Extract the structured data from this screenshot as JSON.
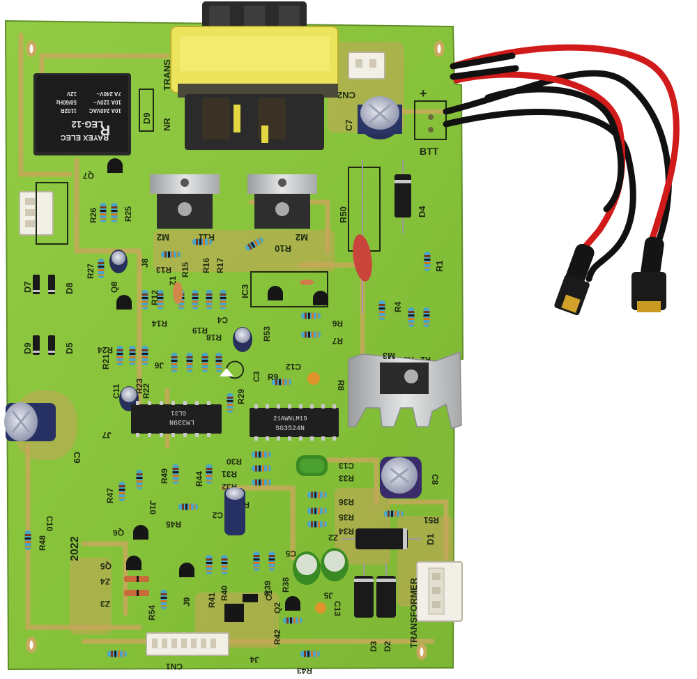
{
  "board": {
    "year": "2022",
    "colors": {
      "pcb": "#8bc83a",
      "trace": "#c8a85a",
      "silkscreen": "#1e2a12",
      "relay": "#1c1c1c",
      "transformer_core": "#2b2b2b",
      "transformer_winding": "#ece45c",
      "wire_red": "#d11a1a",
      "wire_black": "#111111",
      "heatsink": "#c9cbcc",
      "connector": "#f2efe6"
    },
    "labels": {
      "trans": "TRANS",
      "nr": "NR",
      "cn2": "CN2",
      "btt": "BTT",
      "btt_plus": "+",
      "c7": "C7",
      "d9": "D9",
      "q7": "Q7",
      "r26": "R26",
      "r25": "R25",
      "m2a": "M2",
      "m2b": "M2",
      "r11": "R11",
      "r10": "R10",
      "r50": "R50",
      "d4": "D4",
      "r1": "R1",
      "r27": "R27",
      "d7": "D7",
      "d8": "D8",
      "d9b": "D9",
      "d5": "D5",
      "r13": "R13",
      "r15": "R15",
      "r16": "R16",
      "r17": "R17",
      "j8": "J8",
      "z1": "Z1",
      "r12": "R12",
      "q8": "Q8",
      "ic3": "IC3",
      "r4": "R4",
      "r6": "R6",
      "r7": "R7",
      "r3": "R3",
      "r2": "R2",
      "m3": "M3",
      "c4": "C4",
      "r53": "R53",
      "r14": "R14",
      "r19": "R19",
      "r18": "R18",
      "r24": "R24",
      "j6": "J6",
      "r21": "R21",
      "r23": "R23",
      "r22": "R22",
      "c3": "C3",
      "c12": "C12",
      "r9": "R9",
      "r8": "R8",
      "r29": "R29",
      "c11": "C11",
      "j7": "J7",
      "c9": "C9",
      "r30": "R30",
      "r31": "R31",
      "r32": "R32",
      "r33": "R33",
      "c13": "C13",
      "r44": "R44",
      "r49": "R49",
      "r47": "R47",
      "c10": "C10",
      "c8": "C8",
      "r36": "R36",
      "r35": "R35",
      "r34": "R34",
      "r51": "R51",
      "r37": "R37",
      "r45": "R45",
      "c2": "C2",
      "j10": "J10",
      "q6": "Q6",
      "z2": "Z2",
      "c5": "C5",
      "d1": "D1",
      "r48": "R48",
      "q5": "Q5",
      "z4": "Z4",
      "z3": "Z3",
      "r54": "R54",
      "j9": "J9",
      "r41": "R41",
      "r40": "R40",
      "r39": "R39",
      "r38": "R38",
      "j5": "J5",
      "c1": "C1",
      "q2": "Q2",
      "r42": "R42",
      "r43": "R43",
      "j4": "J4",
      "cn1": "CN1",
      "transformer": "TRANSFORMER",
      "d2": "D2",
      "d3": "D3"
    },
    "relay": {
      "brand": "RAYEX ELEC",
      "model": "LEG-12",
      "rating_1": "10A 240VAC",
      "rating_2": "10A 120V~",
      "rating_3": "7A 240V~",
      "code": "1102R",
      "freq": "50/60Hz",
      "coil": "12V"
    },
    "ics": {
      "ic_left": "LM339N",
      "ic_left_sub": "GL31",
      "ic_right": "SG3524N",
      "ic_right_sub": "21AWNLM19"
    }
  }
}
